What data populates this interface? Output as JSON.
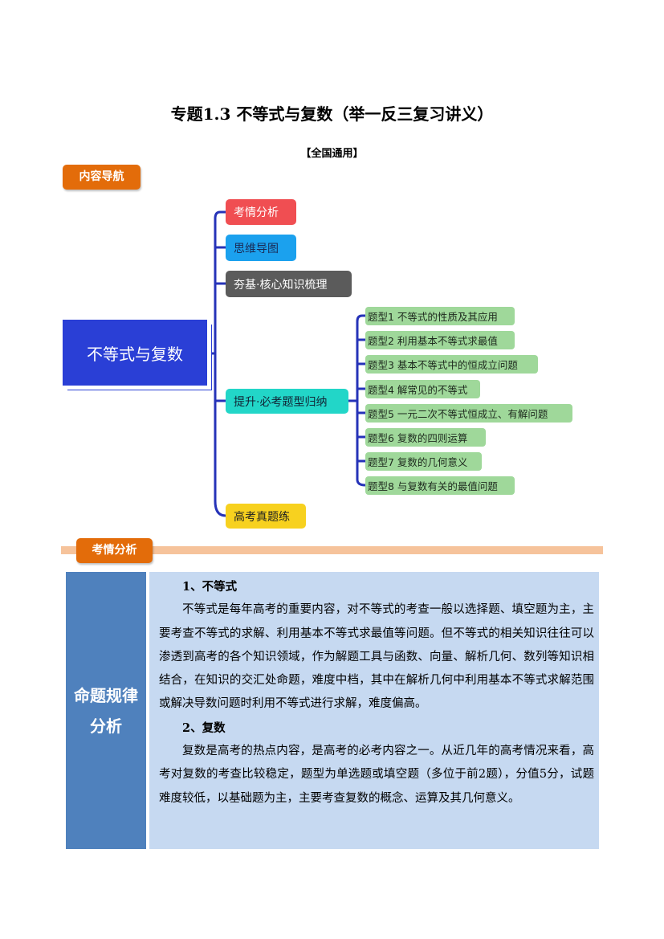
{
  "title": "专题1.3  不等式与复数（举一反三复习讲义）",
  "subtitle": "【全国通用】",
  "nav_tag": "内容导航",
  "mindmap": {
    "central": "不等式与复数",
    "branches": [
      "考情分析",
      "思维导图",
      "夯基·核心知识梳理",
      "提升·必考题型归纳",
      "高考真题练"
    ],
    "subtopics": [
      "题型1 不等式的性质及其应用",
      "题型2 利用基本不等式求最值",
      "题型3 基本不等式中的恒成立问题",
      "题型4 解常见的不等式",
      "题型5 一元二次不等式恒成立、有解问题",
      "题型6 复数的四则运算",
      "题型7 复数的几何意义",
      "题型8 与复数有关的最值问题"
    ]
  },
  "section_tag": "考情分析",
  "table": {
    "left": [
      "命题规律",
      "分析"
    ],
    "h1": "1、不等式",
    "p1": "不等式是每年高考的重要内容，对不等式的考查一般以选择题、填空题为主，主要考查不等式的求解、利用基本不等式求最值等问题。但不等式的相关知识往往可以渗透到高考的各个知识领域，作为解题工具与函数、向量、解析几何、数列等知识相结合，在知识的交汇处命题，难度中档，其中在解析几何中利用基本不等式求解范围或解决导数问题时利用不等式进行求解，难度偏高。",
    "h2": "2、复数",
    "p2": "复数是高考的热点内容，是高考的必考内容之一。从近几年的高考情况来看，高考对复数的考查比较稳定，题型为单选题或填空题（多位于前2题），分值5分，试题难度较低，以基础题为主，主要考查复数的概念、运算及其几何意义。"
  }
}
